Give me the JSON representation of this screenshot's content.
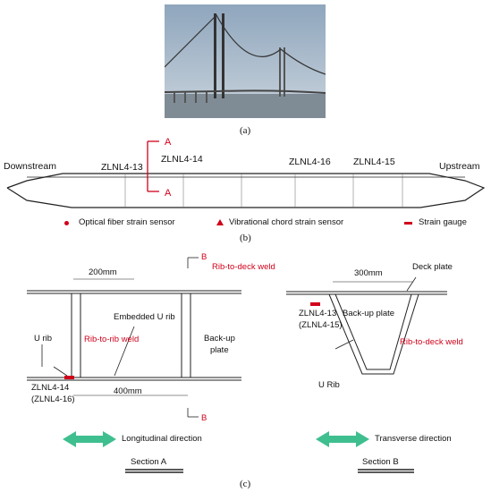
{
  "captions": {
    "a": "(a)",
    "b": "(b)",
    "c": "(c)"
  },
  "panel_b": {
    "left_label": "Downstream",
    "right_label": "Upstream",
    "section_mark": "A",
    "sensors": [
      "ZLNL4-13",
      "ZLNL4-14",
      "ZLNL4-16",
      "ZLNL4-15"
    ],
    "legend": [
      {
        "label": "Optical fiber strain sensor",
        "marker": "dot"
      },
      {
        "label": "Vibrational chord strain sensor",
        "marker": "triangle"
      },
      {
        "label": "Strain gauge",
        "marker": "bar"
      }
    ]
  },
  "panel_c": {
    "section_mark": "B",
    "left": {
      "dim_top": "200mm",
      "dim_bottom": "400mm",
      "rib_to_deck": "Rib-to-deck weld",
      "embedded": "Embedded U rib",
      "u_rib": "U rib",
      "rib_to_rib": "Rib-to-rib weld",
      "backup_1": "Back-up",
      "backup_2": "plate",
      "gauge_1": "ZLNL4-14",
      "gauge_2": "(ZLNL4-16)",
      "direction": "Longitudinal direction",
      "section": "Section A"
    },
    "right": {
      "dim_top": "300mm",
      "deck": "Deck plate",
      "gauge_1": "ZLNL4-13",
      "gauge_2": "(ZLNL4-15)",
      "backup": "Back-up plate",
      "rib_to_deck": "Rib-to-deck weld",
      "u_rib": "U Rib",
      "direction": "Transverse direction",
      "section": "Section B"
    }
  },
  "colors": {
    "accent": "#d0021b",
    "arrow_green": "#3fbf8f"
  }
}
